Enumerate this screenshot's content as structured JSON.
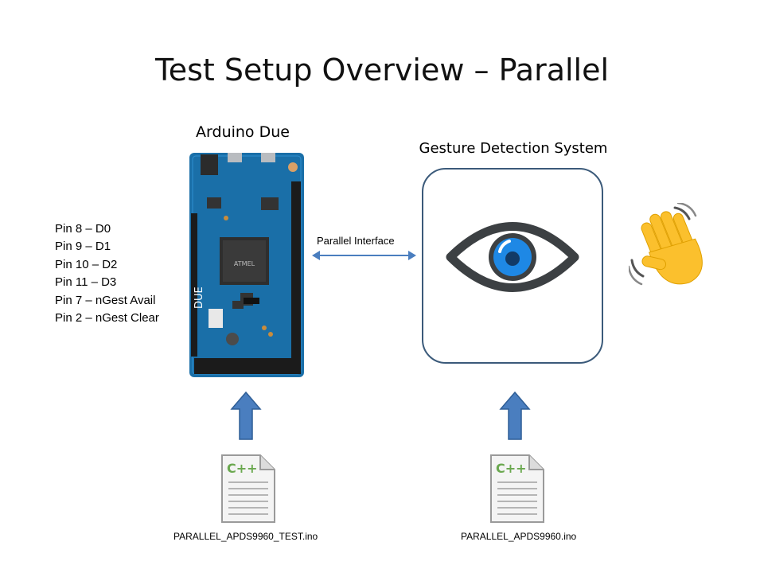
{
  "title": "Test Setup Overview – Parallel",
  "arduino": {
    "label": "Arduino Due",
    "board_text": "DUE"
  },
  "pins": [
    "Pin 8 – D0",
    "Pin 9 – D1",
    "Pin 10 – D2",
    "Pin 11 – D3",
    "Pin 7 – nGest Avail",
    "Pin 2 – nGest Clear"
  ],
  "interface_label": "Parallel Interface",
  "gesture_system": {
    "label": "Gesture Detection System"
  },
  "files": [
    {
      "name": "PARALLEL_APDS9960_TEST.ino",
      "icon": "cpp-file-icon",
      "icon_text": "C++"
    },
    {
      "name": "PARALLEL_APDS9960.ino",
      "icon": "cpp-file-icon",
      "icon_text": "C++"
    }
  ],
  "icons": {
    "eye": "eye-icon",
    "hand": "waving-hand-icon",
    "arrow": "arrow-up-icon"
  },
  "colors": {
    "board": "#1a6fa8",
    "box_border": "#3b5a7a",
    "arrow": "#4a7ebf",
    "eye_iris": "#1e88e5",
    "eye_outline": "#3c4043",
    "hand": "#fbc02d"
  }
}
